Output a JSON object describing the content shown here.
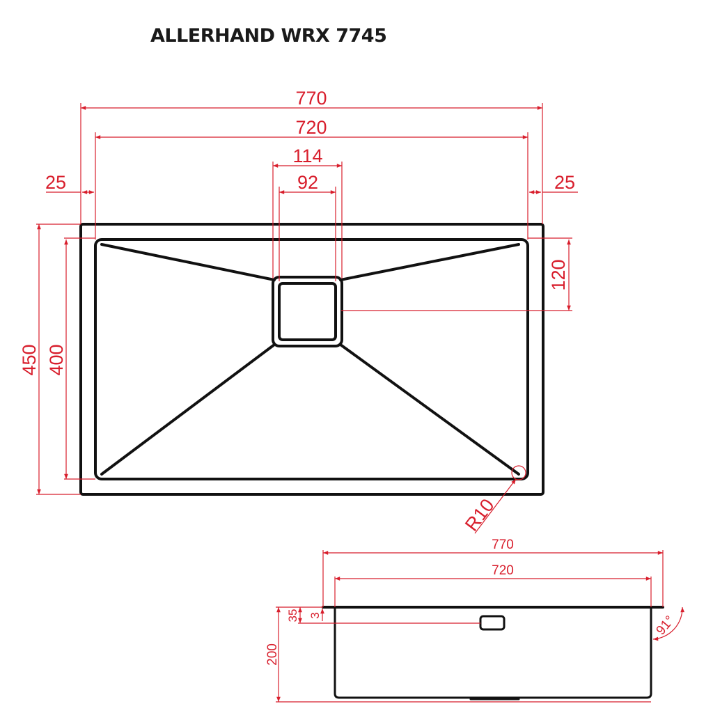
{
  "title": "ALLERHAND WRX 7745",
  "colors": {
    "outline": "#111111",
    "dimension": "#d81e2c",
    "background": "#ffffff"
  },
  "top_view": {
    "dimensions": {
      "overall_width": "770",
      "bowl_width": "720",
      "drain_outer": "114",
      "drain_inner": "92",
      "left_rim": "25",
      "right_rim": "25",
      "overall_depth": "450",
      "bowl_depth": "400",
      "drain_offset": "120",
      "corner_radius": "R10"
    }
  },
  "side_view": {
    "dimensions": {
      "overall_width": "770",
      "bowl_width": "720",
      "flange_offset": "35",
      "flange_thickness": "3",
      "bowl_height": "200",
      "wall_angle": "91°"
    }
  }
}
